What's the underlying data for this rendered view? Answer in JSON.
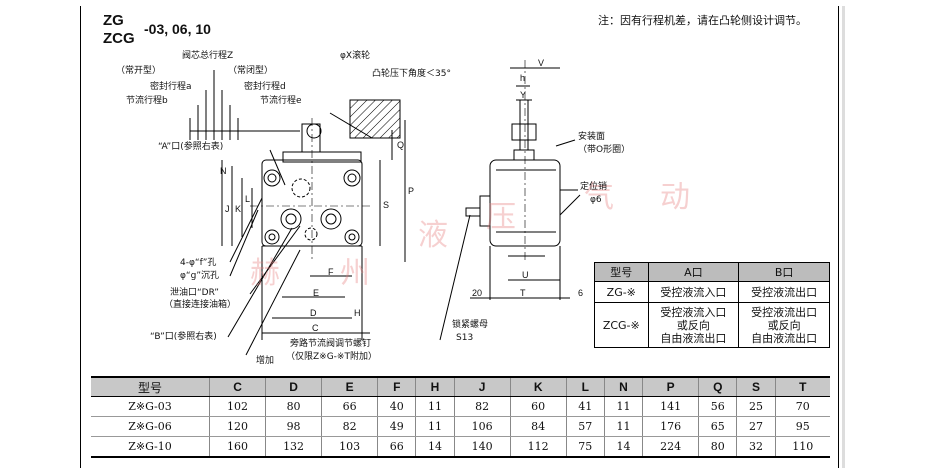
{
  "title": {
    "line1": "ZG",
    "line2": "ZCG",
    "models": "-03, 06, 10"
  },
  "note": "注：因有行程机差，请在凸轮侧设计调节。",
  "labels": {
    "normally_open": "（常开型）",
    "normally_closed": "（常闭型）",
    "spool_total_stroke": "阀芯总行程Z",
    "roller": "φX滚轮",
    "cam_angle": "凸轮压下角度＜35°",
    "seal_stroke_a": "密封行程a",
    "seal_stroke_d": "密封行程d",
    "throttle_stroke_b": "节流行程b",
    "throttle_stroke_e": "节流行程e",
    "port_a": "“A”口(参照右表)",
    "holes_f": "4-φ“f”孔",
    "counterbore_g": "φ“g”沉孔",
    "drain_port": "泄油口“DR”",
    "drain_port_note": "（直接连接油箱）",
    "port_b": "“B”口(参照右表)",
    "increase": "增加",
    "bypass_screw": "旁路节流阀调节螺钉",
    "bypass_screw_note": "（仅限Z※G-※T附加）",
    "lock_nut": "锁紧螺母",
    "lock_nut_size": "S13",
    "mount_face": "安装面",
    "mount_face_note": "（带O形圈）",
    "locating_pin": "定位销",
    "locating_pin_size": "φ6"
  },
  "dim_letters": {
    "h": "h",
    "V": "V",
    "Y": "Y",
    "Q": "Q",
    "P": "P",
    "N": "N",
    "K": "K",
    "L": "L",
    "J": "J",
    "F": "F",
    "E": "E",
    "D": "D",
    "H": "H",
    "C": "C",
    "U": "U",
    "T": "T",
    "d20": "20",
    "d6": "6"
  },
  "watermark": [
    "液",
    "压",
    "气",
    "动",
    "州",
    "赫"
  ],
  "port_table": {
    "headers": [
      "型号",
      "A口",
      "B口"
    ],
    "rows": [
      {
        "model": "ZG-※",
        "a": "受控液流入口",
        "b": "受控液流出口"
      },
      {
        "model": "ZCG-※",
        "a": [
          "受控液流入口",
          "或反向",
          "自由液流出口"
        ],
        "b": [
          "受控液流出口",
          "或反向",
          "自由液流出口"
        ]
      }
    ]
  },
  "dims_table": {
    "headers": [
      "型号",
      "C",
      "D",
      "E",
      "F",
      "H",
      "J",
      "K",
      "L",
      "N",
      "P",
      "Q",
      "S",
      "T"
    ],
    "rows": [
      [
        "Z※G-03",
        "102",
        "80",
        "66",
        "40",
        "11",
        "82",
        "60",
        "41",
        "11",
        "141",
        "56",
        "25",
        "70"
      ],
      [
        "Z※G-06",
        "120",
        "98",
        "82",
        "49",
        "11",
        "106",
        "84",
        "57",
        "11",
        "176",
        "65",
        "27",
        "95"
      ],
      [
        "Z※G-10",
        "160",
        "132",
        "103",
        "66",
        "14",
        "140",
        "112",
        "75",
        "14",
        "224",
        "80",
        "32",
        "110"
      ]
    ]
  }
}
